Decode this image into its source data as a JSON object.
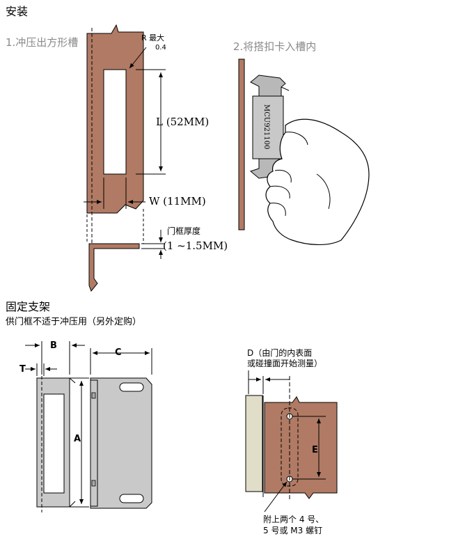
{
  "section_install": {
    "title": "安装",
    "step1": "1.冲压出方形槽",
    "step2": "2.将搭扣卡入槽内",
    "radius_label": "R 最大",
    "radius_value": "0.4",
    "length_label": "L (52MM)",
    "width_label": "W (11MM)",
    "frame_thickness_label": "门框厚度",
    "frame_thickness_value": "(1 ~1.5MM)",
    "part_code": "MCU921100"
  },
  "section_bracket": {
    "title": "固定支架",
    "subtitle": "供门框不适于冲压用（另外定购）",
    "dim_b": "B",
    "dim_c": "C",
    "dim_t": "T",
    "dim_a": "A",
    "dim_d_line1": "D（由门的内表面",
    "dim_d_line2": "或碰撞面开始测量）",
    "dim_e": "E",
    "screw_note_line1": "附上两个 4 号、",
    "screw_note_line2": "5 号或 M3 螺钉"
  },
  "colors": {
    "frame_brown": "#b07a64",
    "bracket_gray": "#c9c9c9",
    "latch_gray": "#b8b8b8",
    "panel_beige": "#e0ddc8",
    "step_gray": "#8a8a8a",
    "line": "#000000"
  }
}
